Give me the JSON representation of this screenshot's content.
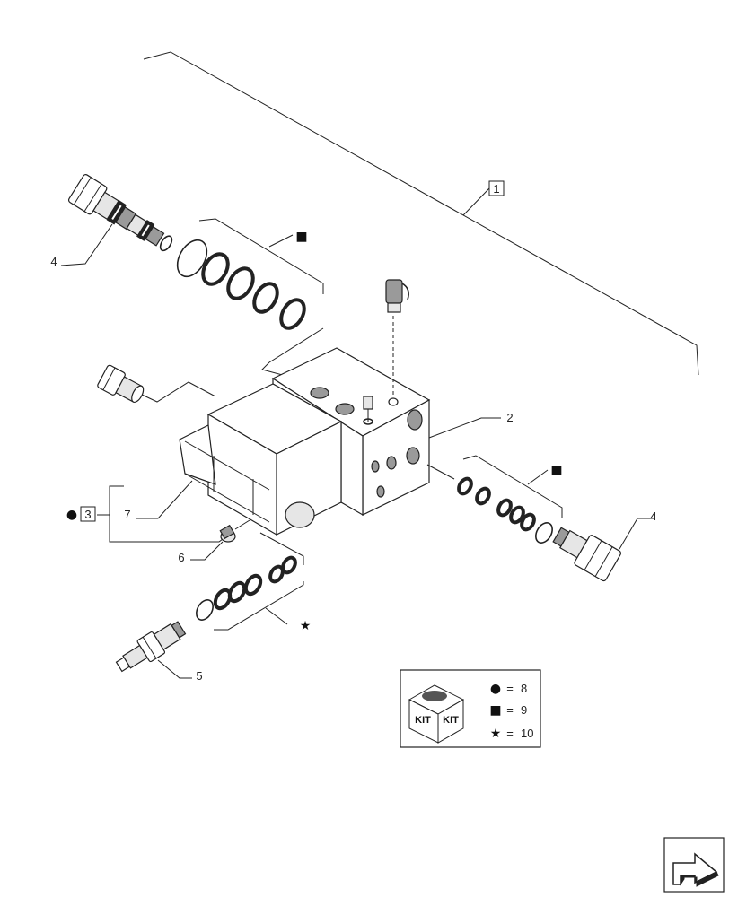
{
  "callouts": {
    "assembly": "1",
    "valve_block": "2",
    "seal_group": "3",
    "relief_valve_top": "4",
    "relief_valve_right": "4",
    "sensor": "5",
    "plug": "6",
    "solenoid_section": "7"
  },
  "symbols": {
    "circle": "●",
    "square": "■",
    "star": "★"
  },
  "kit_legend": {
    "kit_text_left": "KIT",
    "kit_text_right": "KIT",
    "rows": [
      {
        "symbol": "●",
        "eq": "=",
        "value": "8"
      },
      {
        "symbol": "■",
        "eq": "=",
        "value": "9"
      },
      {
        "symbol": "★",
        "eq": "=",
        "value": "10"
      }
    ]
  },
  "nav_icon": "next-page-arrow-icon"
}
